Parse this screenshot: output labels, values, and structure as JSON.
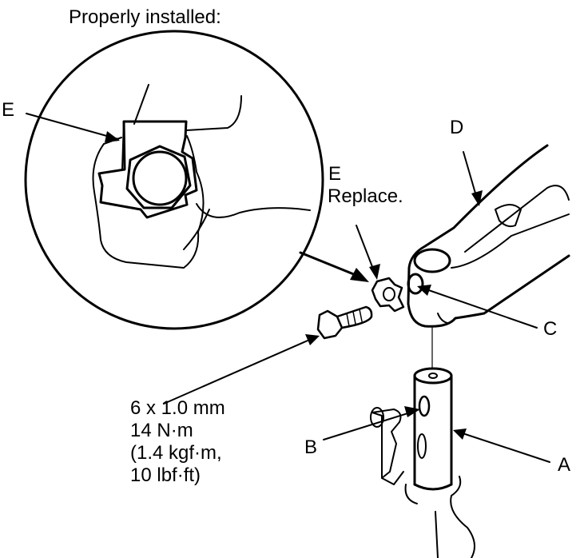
{
  "callout": {
    "title": "Properly installed:",
    "label": "E"
  },
  "labels": {
    "A": "A",
    "B": "B",
    "C": "C",
    "D": "D",
    "E": "E",
    "E_note": "Replace."
  },
  "bolt_spec": {
    "size": "6 x 1.0 mm",
    "torque_nm": "14 N·m",
    "torque_kgfm": "(1.4 kgf·m,",
    "torque_lbfft": "10 lbf·ft)"
  },
  "colors": {
    "line": "#000000",
    "background": "#ffffff"
  }
}
